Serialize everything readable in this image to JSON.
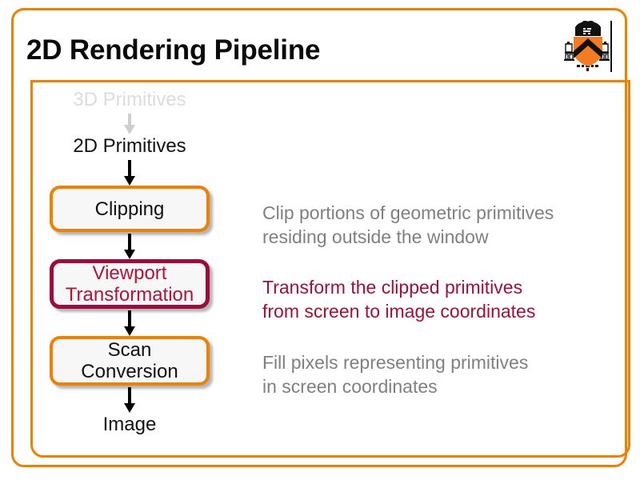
{
  "slide": {
    "title": "2D Rendering Pipeline",
    "logo_name": "princeton-shield",
    "accent_orange": "#F08000",
    "accent_crimson": "#9E0B3D",
    "text_gray": "#808080",
    "box_fill": "#F7F7F7"
  },
  "flow": {
    "source_label": "3D Primitives",
    "input_label": "2D Primitives",
    "output_label": "Image",
    "stages": [
      {
        "label": "Clipping",
        "highlight": false
      },
      {
        "label": "Viewport\nTransformation",
        "highlight": true
      },
      {
        "label": "Scan\nConversion",
        "highlight": false
      }
    ]
  },
  "descriptions": {
    "clipping": "Clip portions of geometric primitives\nresiding outside the window",
    "viewport": "Transform the clipped primitives\nfrom screen to image coordinates",
    "scan": "Fill pixels representing primitives\nin screen coordinates"
  }
}
